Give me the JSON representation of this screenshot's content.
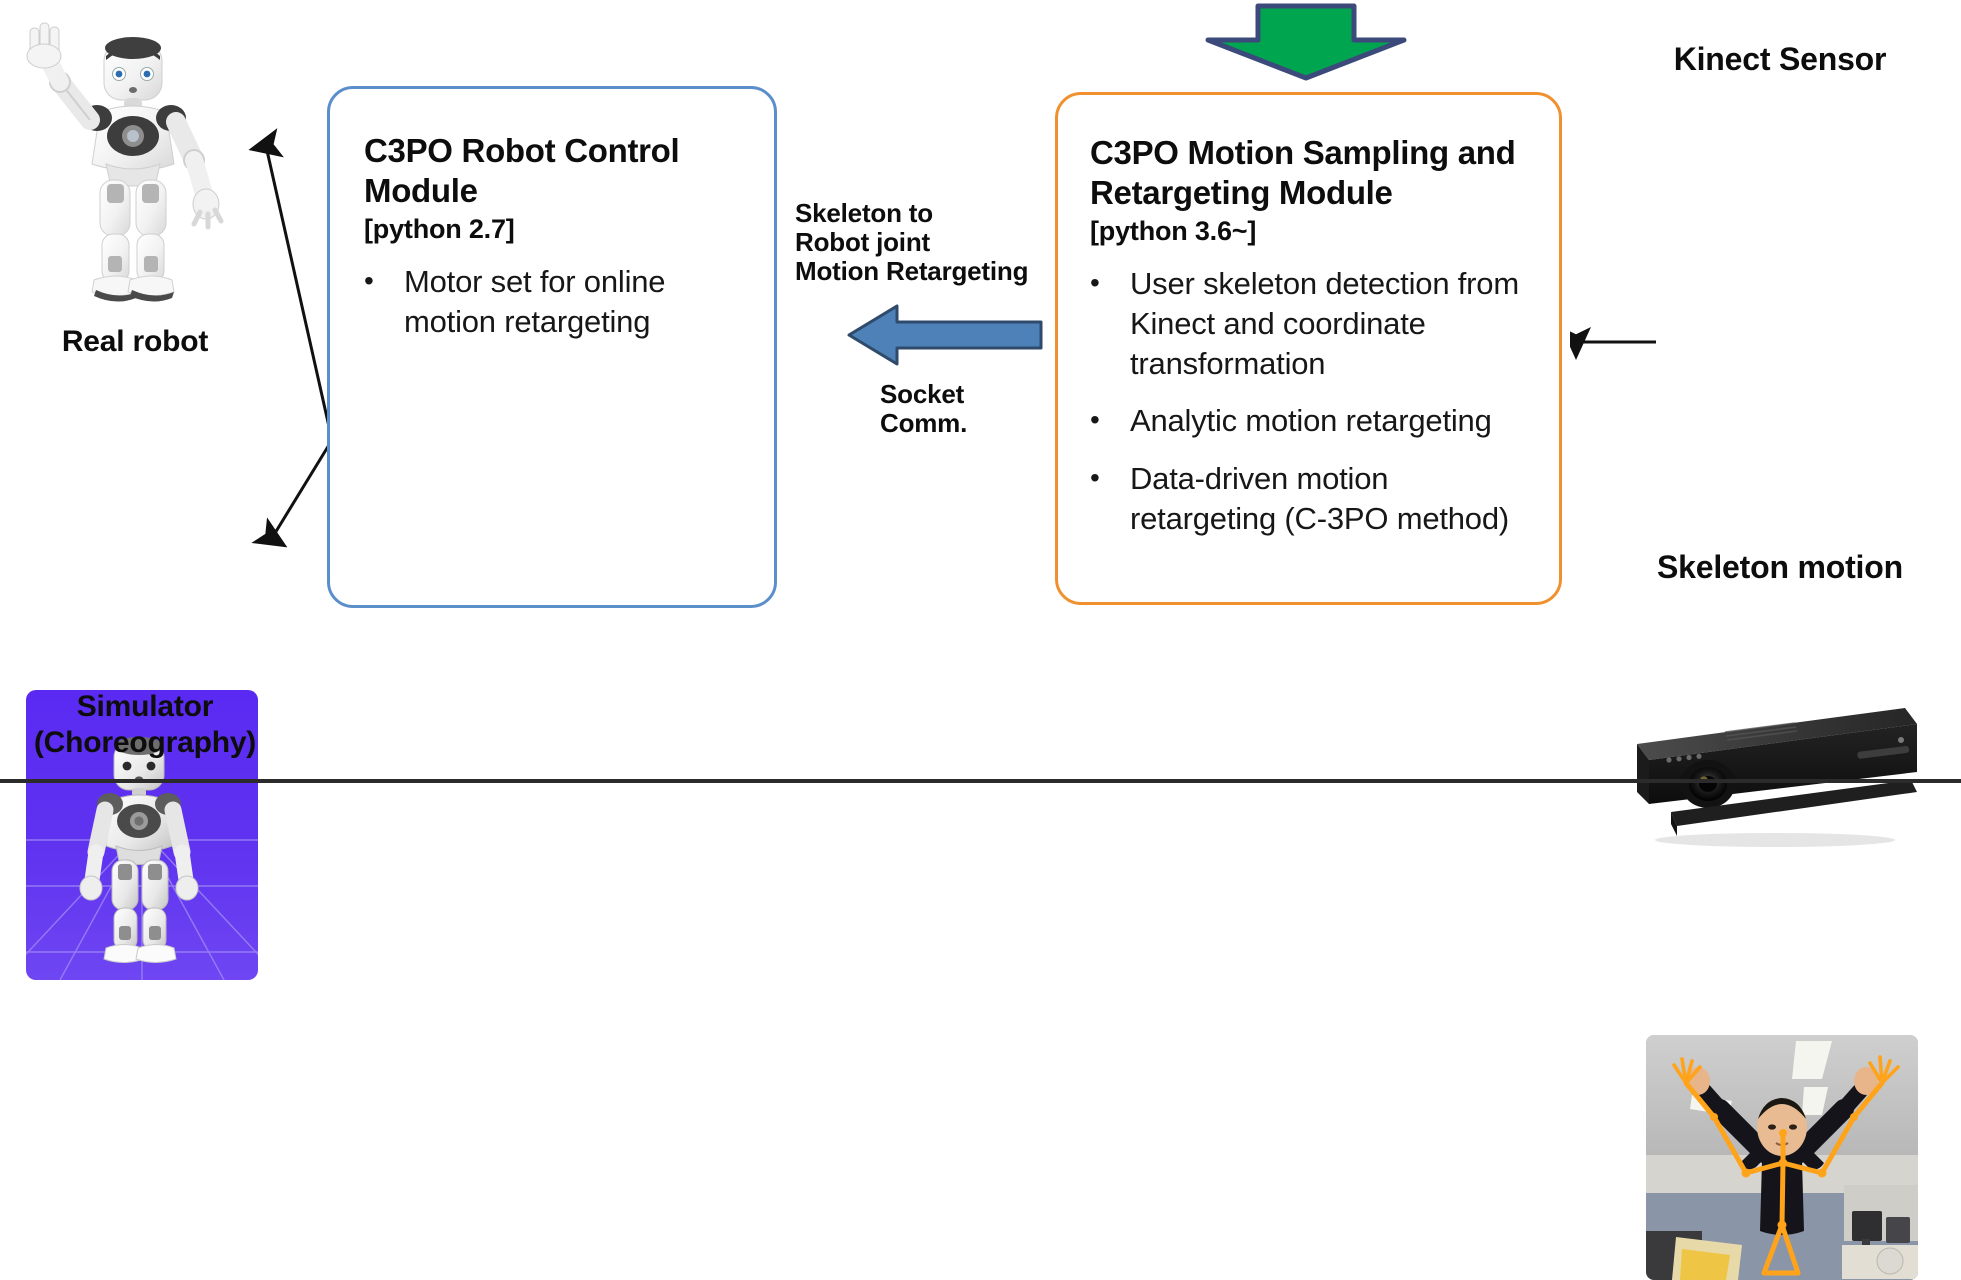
{
  "diagram": {
    "title_not_shown": "",
    "left_column": {
      "real_robot_caption": "Real robot",
      "simulator_caption_line1": "Simulator",
      "simulator_caption_line2": "(Choreography)"
    },
    "right_column": {
      "kinect_caption": "Kinect Sensor",
      "skeleton_caption": "Skeleton motion"
    },
    "control_module": {
      "title": "C3PO Robot Control Module",
      "runtime": "[python 2.7]",
      "bullets": [
        "Motor set for online motion retargeting"
      ]
    },
    "sampling_module": {
      "title": "C3PO Motion Sampling and Retargeting Module",
      "runtime": "[python 3.6~]",
      "bullets": [
        "User skeleton detection from Kinect and coordinate transformation",
        "Analytic motion retargeting",
        "Data-driven motion retargeting (C-3PO method)"
      ]
    },
    "connector": {
      "retarget_label_line1": "Skeleton to",
      "retarget_label_line2": "Robot joint",
      "retarget_label_line3": "Motion Retargeting",
      "socket_label_line1": "Socket",
      "socket_label_line2": "Comm."
    },
    "icons": {
      "green_arrow": "arrow-down-icon",
      "blue_arrow": "arrow-left-icon",
      "robot_arrow_up": "arrow-up-icon",
      "robot_arrow_down": "arrow-down-left-icon",
      "kinect_arrow": "arrow-left-icon"
    },
    "colors": {
      "control_border": "#5b8fc9",
      "sampling_border": "#f0902f",
      "green_arrow_fill": "#00a550",
      "green_arrow_stroke": "#3b4a7a",
      "blue_arrow_fill": "#4e81b8",
      "blue_arrow_stroke": "#2f4a6b",
      "simulator_bg": "#5a2ff0",
      "skeleton_overlay": "#ffa31a",
      "text": "#0d0d0d"
    }
  }
}
